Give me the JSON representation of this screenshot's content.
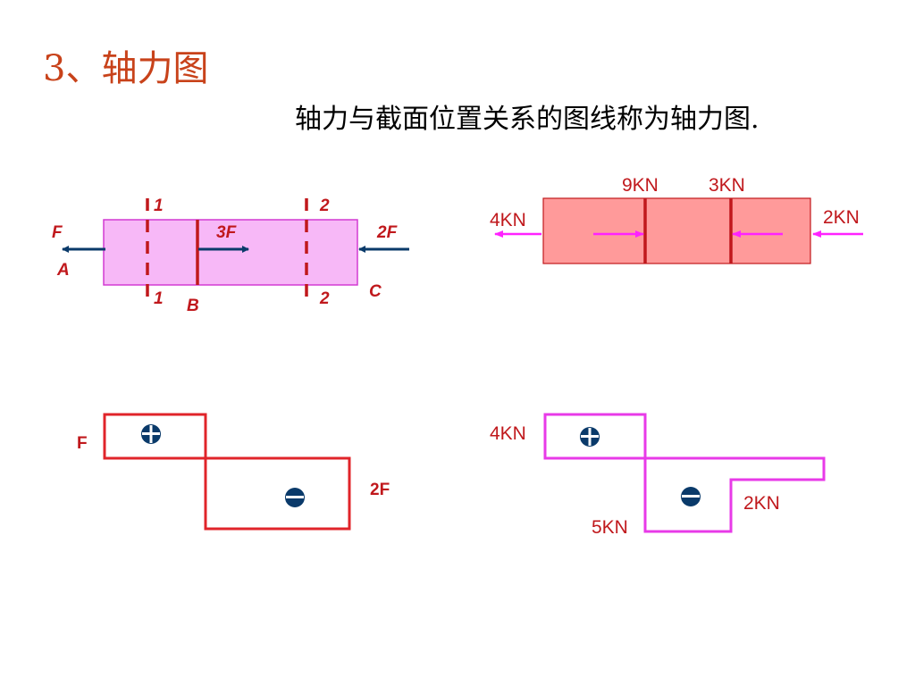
{
  "title": "3、轴力图",
  "subtitle": "轴力与截面位置关系的图线称为轴力图.",
  "colors": {
    "title": "#c8421a",
    "bar_left_fill": "#f7b8f7",
    "bar_left_stroke": "#d23ad2",
    "dark_red": "#c0181c",
    "navy": "#0a3a6a",
    "bar_right_fill": "#ff9a9a",
    "magenta": "#ff22ff",
    "red_diagram": "#e0242a",
    "magenta_diagram": "#e83ae8"
  },
  "left_bar": {
    "label_f": "F",
    "label_a": "A",
    "label_3f": "3F",
    "label_2f": "2F",
    "label_b": "B",
    "label_c": "C",
    "section1_top": "1",
    "section1_bottom": "1",
    "section2_top": "2",
    "section2_bottom": "2"
  },
  "right_bar": {
    "label_9kn": "9KN",
    "label_3kn": "3KN",
    "label_4kn": "4KN",
    "label_2kn": "2KN"
  },
  "left_diagram": {
    "label_f": "F",
    "label_2f": "2F",
    "positive_symbol": "plus-circle-icon",
    "negative_symbol": "minus-circle-icon"
  },
  "right_diagram": {
    "label_4kn": "4KN",
    "label_2kn": "2KN",
    "label_5kn": "5KN",
    "positive_symbol": "plus-circle-icon",
    "negative_symbol": "minus-circle-icon"
  }
}
